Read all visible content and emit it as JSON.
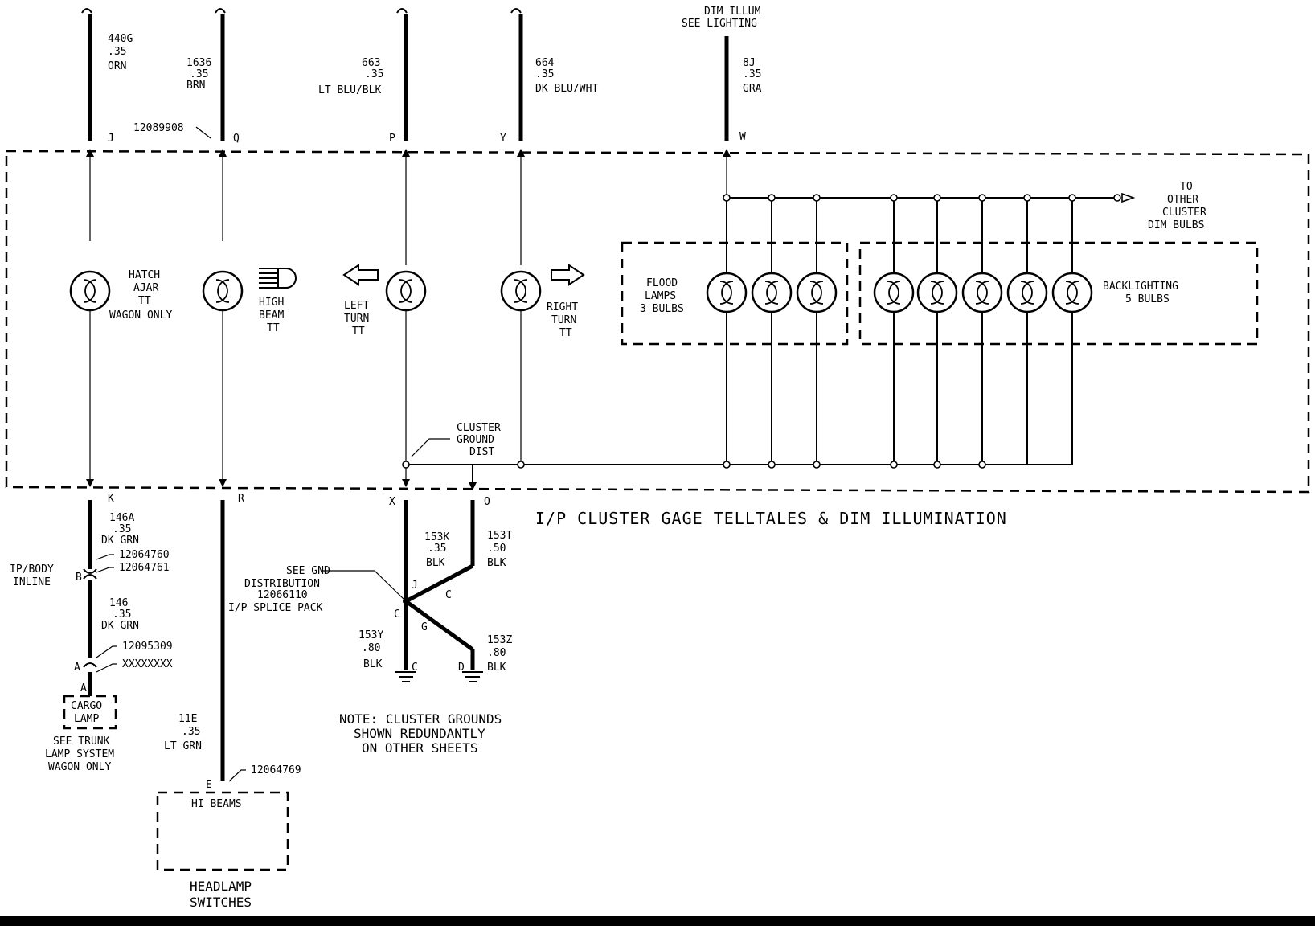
{
  "diagram": {
    "title": "I/P CLUSTER GAGE TELLTALES & DIM ILLUMINATION",
    "top_wires": [
      {
        "id": "j",
        "code": "440G",
        "gauge": ".35",
        "color": "ORN",
        "pin": "J",
        "bottom_pin": "K"
      },
      {
        "id": "q",
        "code": "1636",
        "gauge": ".35",
        "color": "BRN",
        "pin": "Q",
        "bottom_pin": "R",
        "connector": "12089908"
      },
      {
        "id": "p",
        "code": "663",
        "gauge": ".35",
        "color": "LT BLU/BLK",
        "pin": "P",
        "bottom_pin": "X"
      },
      {
        "id": "y",
        "code": "664",
        "gauge": ".35",
        "color": "DK BLU/WHT",
        "pin": "Y"
      },
      {
        "id": "w",
        "code": "8J",
        "gauge": ".35",
        "color": "GRA",
        "pin": "W",
        "ref_line1": "DIM ILLUM",
        "ref_line2": "SEE LIGHTING"
      }
    ],
    "lamps": {
      "hatch": [
        "HATCH",
        "AJAR",
        "TT",
        "WAGON ONLY"
      ],
      "high_beam": [
        "HIGH",
        "BEAM",
        "TT"
      ],
      "left_turn": [
        "LEFT",
        "TURN",
        "TT"
      ],
      "right_turn": [
        "RIGHT",
        "TURN",
        "TT"
      ],
      "flood": [
        "FLOOD",
        "LAMPS",
        "3 BULBS"
      ],
      "backlighting": [
        "BACKLIGHTING",
        "5 BULBS"
      ]
    },
    "to_other": [
      "TO",
      "OTHER",
      "CLUSTER",
      "DIM BULBS"
    ],
    "cluster_ground": [
      "CLUSTER",
      "GROUND",
      "DIST"
    ],
    "ground_pin": "O",
    "left_lower": {
      "wire1": {
        "code": "146A",
        "gauge": ".35",
        "color": "DK GRN"
      },
      "conn1": "12064760",
      "conn2": "12064761",
      "inline_label": [
        "IP/BODY",
        "INLINE"
      ],
      "pin_b": "B",
      "wire2": {
        "code": "146",
        "gauge": ".35",
        "color": "DK GRN"
      },
      "conn3": "12095309",
      "conn4": "XXXXXXXX",
      "pin_a": "A",
      "pin_a2": "A",
      "cargo": [
        "CARGO",
        "LAMP"
      ],
      "see_trunk": [
        "SEE TRUNK",
        "LAMP SYSTEM",
        "WAGON ONLY"
      ]
    },
    "hi_beam_lower": {
      "wire": {
        "code": "11E",
        "gauge": ".35",
        "color": "LT GRN"
      },
      "conn": "12064769",
      "pin_e": "E",
      "box_label": "HI BEAMS",
      "switch_label": [
        "HEADLAMP",
        "SWITCHES"
      ]
    },
    "ground_section": {
      "see_gnd": [
        "SEE GND",
        "DISTRIBUTION",
        "12066110",
        "I/P SPLICE PACK"
      ],
      "w153k": {
        "code": "153K",
        "gauge": ".35",
        "color": "BLK"
      },
      "w153t": {
        "code": "153T",
        "gauge": ".50",
        "color": "BLK"
      },
      "w153y": {
        "code": "153Y",
        "gauge": ".80",
        "color": "BLK"
      },
      "w153z": {
        "code": "153Z",
        "gauge": ".80",
        "color": "BLK"
      },
      "pin_j": "J",
      "pin_c_left": "C",
      "pin_c_right": "C",
      "pin_g": "G",
      "pin_c_bottom": "C",
      "pin_d": "D"
    },
    "note": [
      "NOTE: CLUSTER GROUNDS",
      "SHOWN REDUNDANTLY",
      "ON OTHER SHEETS"
    ]
  }
}
